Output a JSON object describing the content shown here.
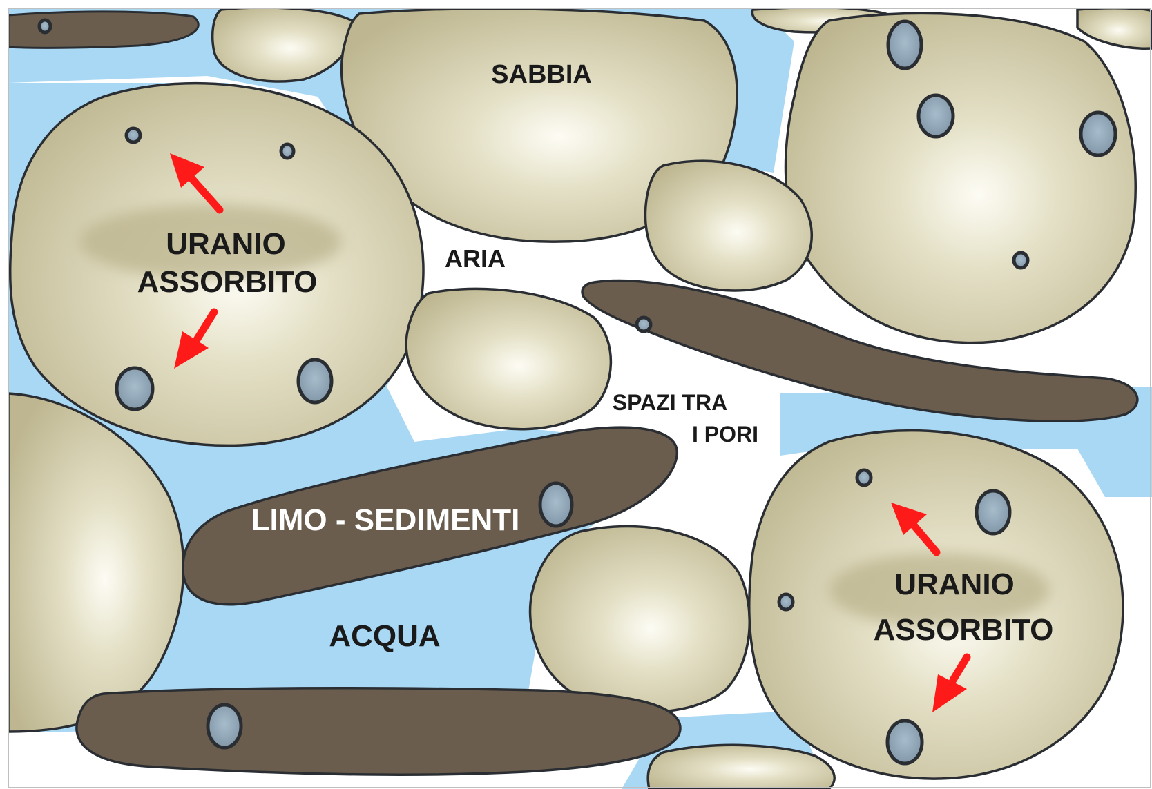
{
  "labels": {
    "sand": "SABBIA",
    "air": "ARIA",
    "pore_line1": "SPAZI TRA",
    "pore_line2": "I PORI",
    "uranium_left_line1": "URANIO",
    "uranium_left_line2": "ASSORBITO",
    "uranium_right_line1": "URANIO",
    "uranium_right_line2": "ASSORBITO",
    "silt": "LIMO - SEDIMENTI",
    "water": "ACQUA"
  },
  "colors": {
    "water": "#a9d8f5",
    "air": "#ffffff",
    "sand_grain": "#c8c29e",
    "sand_highlight": "#fdfcf4",
    "silt": "#6b5d4d",
    "pore_spot": "#8ea4b5",
    "arrow": "#ff1a1a",
    "outline": "#2a2e33",
    "text_dark": "#1a1a1a",
    "text_light": "#ffffff"
  }
}
